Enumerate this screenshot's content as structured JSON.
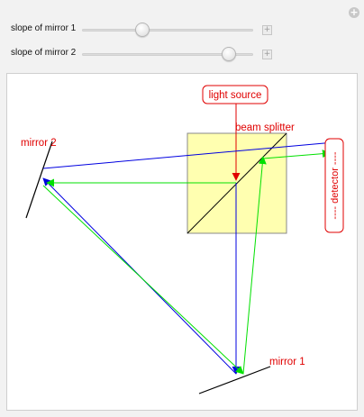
{
  "controls": {
    "slope_mirror_1": {
      "label": "slope of mirror 1",
      "value": 0.35
    },
    "slope_mirror_2": {
      "label": "slope of mirror 2",
      "value": 0.86
    }
  },
  "diagram": {
    "light_source_label": "light source",
    "beam_splitter_label": "beam splitter",
    "mirror_1_label": "mirror 1",
    "mirror_2_label": "mirror 2",
    "detector_label": "---- detector ----"
  },
  "colors": {
    "beam_path_1": "#0000e0",
    "beam_path_2": "#00e000",
    "source_beam": "#e00000",
    "splitter_fill": "#ffffb0",
    "label_red": "#e00000"
  },
  "icons": {
    "corner": "plus-circle-icon",
    "slider_expand": "plus-square-icon"
  }
}
